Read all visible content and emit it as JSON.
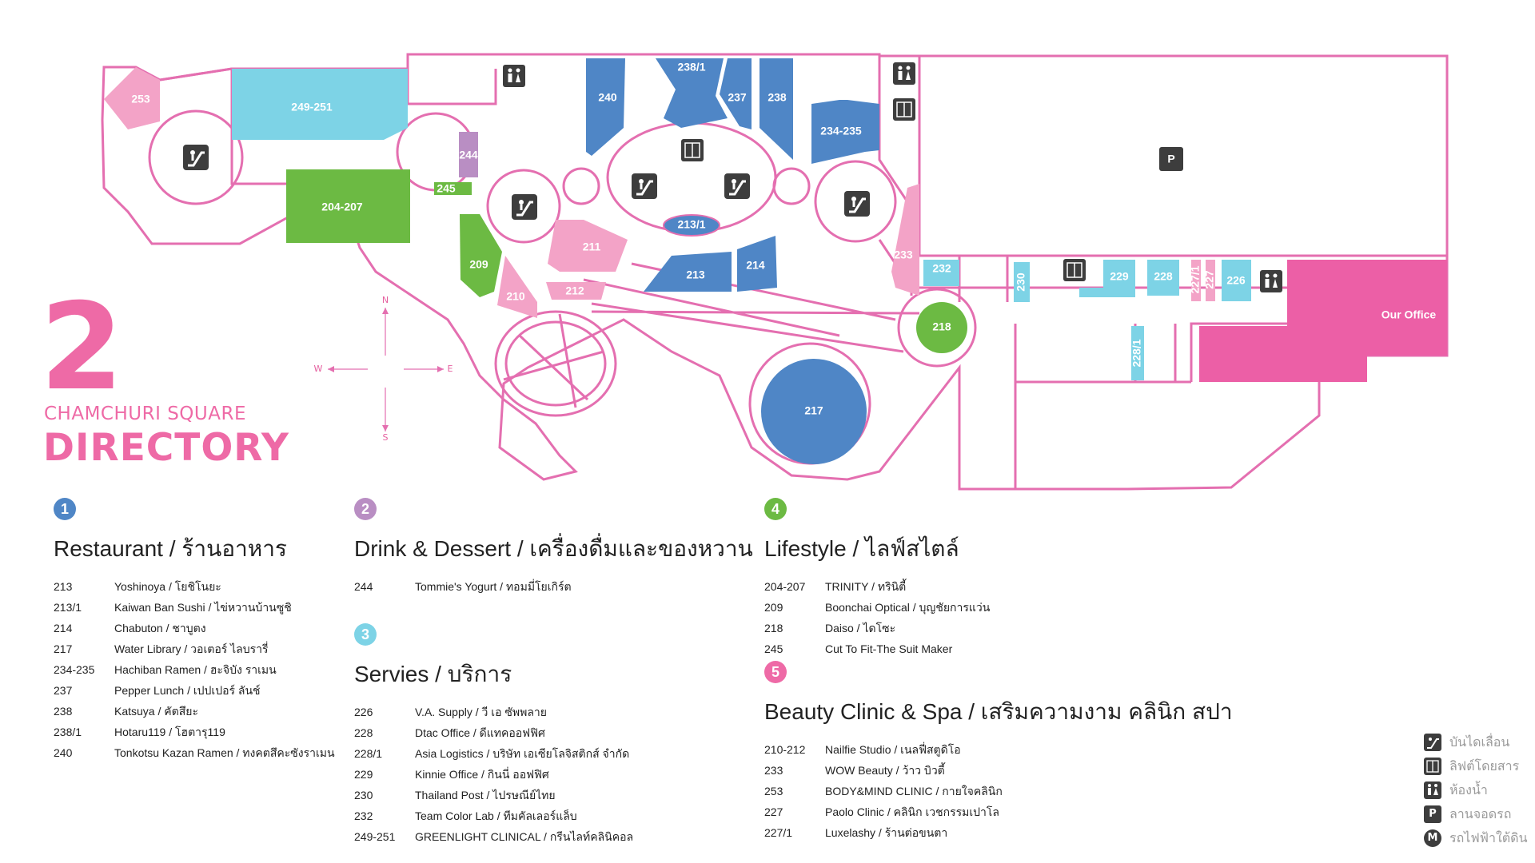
{
  "floor": {
    "number": "2",
    "mall_name": "CHAMCHURI SQUARE",
    "directory_title": "DIRECTORY"
  },
  "colors": {
    "pink": "#ee6aa6",
    "outline": "#e46fb0",
    "blue": "#4f86c6",
    "cyan": "#7dd3e6",
    "green": "#6cba43",
    "purple": "#b98ec3",
    "light_pink": "#f3a3c7",
    "magenta": "#ec5fa6",
    "dark_icon": "#3d3d3d"
  },
  "compass": {
    "n": "N",
    "s": "S",
    "e": "E",
    "w": "W"
  },
  "map": {
    "units": {
      "u253": "253",
      "u249_251": "249-251",
      "u204_207": "204-207",
      "u244": "244",
      "u245": "245",
      "u209": "209",
      "u210": "210",
      "u211": "211",
      "u212": "212",
      "u240": "240",
      "u238_1": "238/1",
      "u237": "237",
      "u238": "238",
      "u234_235": "234-235",
      "u213_1": "213/1",
      "u213": "213",
      "u214": "214",
      "u233": "233",
      "u217": "217",
      "u218": "218",
      "u232": "232",
      "u230": "230",
      "u229": "229",
      "u228": "228",
      "u227_1": "227/1",
      "u227": "227",
      "u226": "226",
      "u228_1": "228/1",
      "our_office": "Our Office",
      "parking": "P"
    }
  },
  "sections": {
    "restaurant": {
      "badge": "1",
      "color": "#4f86c6",
      "title": "Restaurant / ร้านอาหาร",
      "rows": [
        {
          "no": "213",
          "name": "Yoshinoya / โยชิโนยะ"
        },
        {
          "no": "213/1",
          "name": "Kaiwan Ban Sushi / ไข่หวานบ้านซูชิ"
        },
        {
          "no": "214",
          "name": "Chabuton / ชาบูตง"
        },
        {
          "no": "217",
          "name": "Water Library / วอเตอร์ ไลบรารี่"
        },
        {
          "no": "234-235",
          "name": "Hachiban Ramen / ฮะจิบัง ราเมน"
        },
        {
          "no": "237",
          "name": "Pepper Lunch / เปปเปอร์ ลันช์"
        },
        {
          "no": "238",
          "name": "Katsuya / คัตสึยะ"
        },
        {
          "no": "238/1",
          "name": "Hotaru119 / โฮตารุ119"
        },
        {
          "no": "240",
          "name": "Tonkotsu Kazan Ramen / ทงคตสึคะซังราเมน"
        }
      ]
    },
    "drink": {
      "badge": "2",
      "color": "#b98ec3",
      "title": "Drink & Dessert / เครื่องดื่มและของหวาน",
      "rows": [
        {
          "no": "244",
          "name": "Tommie's Yogurt / ทอมมี่โยเกิร์ต"
        }
      ]
    },
    "services": {
      "badge": "3",
      "color": "#7dd3e6",
      "title": "Servies / บริการ",
      "rows": [
        {
          "no": "226",
          "name": "V.A. Supply / วี เอ ซัพพลาย"
        },
        {
          "no": "228",
          "name": "Dtac Office / ดีแทคออฟฟิศ"
        },
        {
          "no": "228/1",
          "name": "Asia Logistics / บริษัท เอเซียโลจิสติกส์ จำกัด"
        },
        {
          "no": "229",
          "name": "Kinnie Office / กินนี่ ออฟฟิศ"
        },
        {
          "no": "230",
          "name": "Thailand Post / ไปรษณีย์ไทย"
        },
        {
          "no": "232",
          "name": "Team Color Lab / ทีมคัลเลอร์แล็บ"
        },
        {
          "no": "249-251",
          "name": "GREENLIGHT CLINICAL / กรีนไลท์คลินิคอล"
        }
      ]
    },
    "lifestyle": {
      "badge": "4",
      "color": "#6cba43",
      "title": "Lifestyle / ไลฟ์สไตล์",
      "rows": [
        {
          "no": "204-207",
          "name": "TRINITY / ทรินิตี้"
        },
        {
          "no": "209",
          "name": "Boonchai Optical / บุญชัยการแว่น"
        },
        {
          "no": "218",
          "name": "Daiso / ไดโซะ"
        },
        {
          "no": "245",
          "name": "Cut To Fit-The Suit Maker"
        }
      ]
    },
    "beauty": {
      "badge": "5",
      "color": "#ee6aa6",
      "title": "Beauty Clinic & Spa / เสริมความงาม คลินิก สปา",
      "rows": [
        {
          "no": "210-212",
          "name": "Nailfie Studio / เนลฟี่สตูดิโอ"
        },
        {
          "no": "233",
          "name": "WOW Beauty / ว้าว บิวตี้"
        },
        {
          "no": "253",
          "name": "BODY&MIND CLINIC / กายใจคลินิก"
        },
        {
          "no": "227",
          "name": "Paolo Clinic / คลินิก เวชกรรมเปาโล"
        },
        {
          "no": "227/1",
          "name": "Luxelashy / ร้านต่อขนตา"
        }
      ]
    }
  },
  "legend": {
    "escalator": {
      "icon": "escalator-icon",
      "label": "บันไดเลื่อน"
    },
    "elevator": {
      "icon": "elevator-icon",
      "label": "ลิฟต์โดยสาร"
    },
    "restroom": {
      "icon": "restroom-icon",
      "label": "ห้องน้ำ"
    },
    "parking": {
      "icon": "P",
      "label": "ลานจอดรถ"
    },
    "metro": {
      "icon": "M",
      "label": "รถไฟฟ้าใต้ดิน"
    }
  }
}
